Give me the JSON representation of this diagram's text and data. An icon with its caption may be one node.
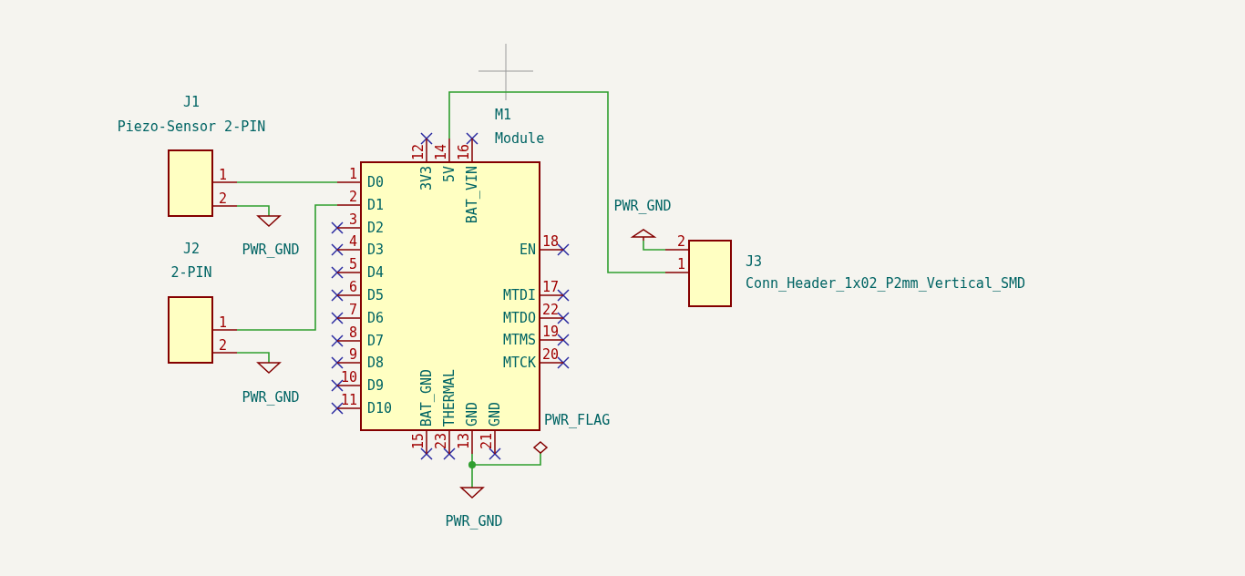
{
  "diagram": {
    "nodes": [
      {
        "text": [
          "J1",
          "Piezo-Sensor 2-PIN"
        ]
      },
      {
        "text": [
          "J2",
          "2-PIN"
        ]
      },
      {
        "text": [
          "M1",
          "Module"
        ]
      },
      {
        "text": [
          "J3",
          "Conn_Header_1x02_P2mm_Vertical_SMD"
        ]
      },
      {
        "text": [
          "PWR_GND"
        ]
      },
      {
        "text": [
          "PWR_GND"
        ]
      },
      {
        "text": [
          "PWR_GND"
        ]
      },
      {
        "text": [
          "PWR_GND"
        ]
      },
      {
        "text": [
          "PWR_FLAG"
        ]
      }
    ],
    "edges": [
      {
        "from": 0,
        "to": 2,
        "arrow": "none"
      },
      {
        "from": 0,
        "to": 4,
        "arrow": "none"
      },
      {
        "from": 1,
        "to": 2,
        "arrow": "none"
      },
      {
        "from": 1,
        "to": 5,
        "arrow": "none"
      },
      {
        "from": 2,
        "to": 3,
        "arrow": "none"
      },
      {
        "from": 3,
        "to": 6,
        "arrow": "none"
      },
      {
        "from": 2,
        "to": 7,
        "arrow": "none"
      },
      {
        "from": 2,
        "to": 8,
        "arrow": "other"
      }
    ],
    "labels": [
      "1",
      "2",
      "1",
      "2",
      "1",
      "D0",
      "2",
      "D1",
      "3",
      "D2",
      "4",
      "D3",
      "5",
      "D4",
      "6",
      "D5",
      "7",
      "D6",
      "8",
      "D7",
      "9",
      "D8",
      "10",
      "D9",
      "11",
      "D10",
      "12",
      "3V3",
      "14",
      "5V",
      "16",
      "BAT_VIN",
      "18",
      "EN",
      "17",
      "MTDI",
      "22",
      "MTDO",
      "19",
      "MTMS",
      "20",
      "MTCK",
      "15",
      "BAT_GND",
      "23",
      "THERMAL",
      "13",
      "GND",
      "21",
      "GND",
      "2",
      "1"
    ]
  }
}
